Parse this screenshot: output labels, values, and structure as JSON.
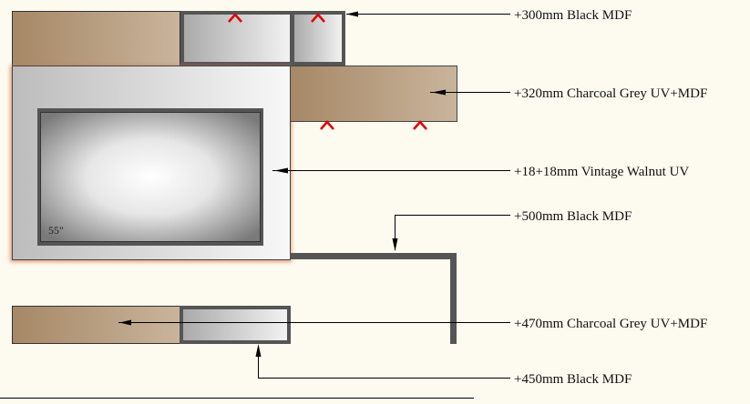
{
  "drawing": {
    "tv_size": "55\"",
    "labels": [
      "+300mm Black MDF",
      "+320mm Charcoal Grey UV+MDF",
      "+18+18mm Vintage Walnut UV",
      "+500mm Black MDF",
      "+470mm Charcoal Grey UV+MDF",
      "+450mm Black MDF"
    ],
    "colors": {
      "background": "#fdfaf0",
      "walnut": "#a68866",
      "frame": "#555555",
      "marker": "#e00000"
    }
  }
}
